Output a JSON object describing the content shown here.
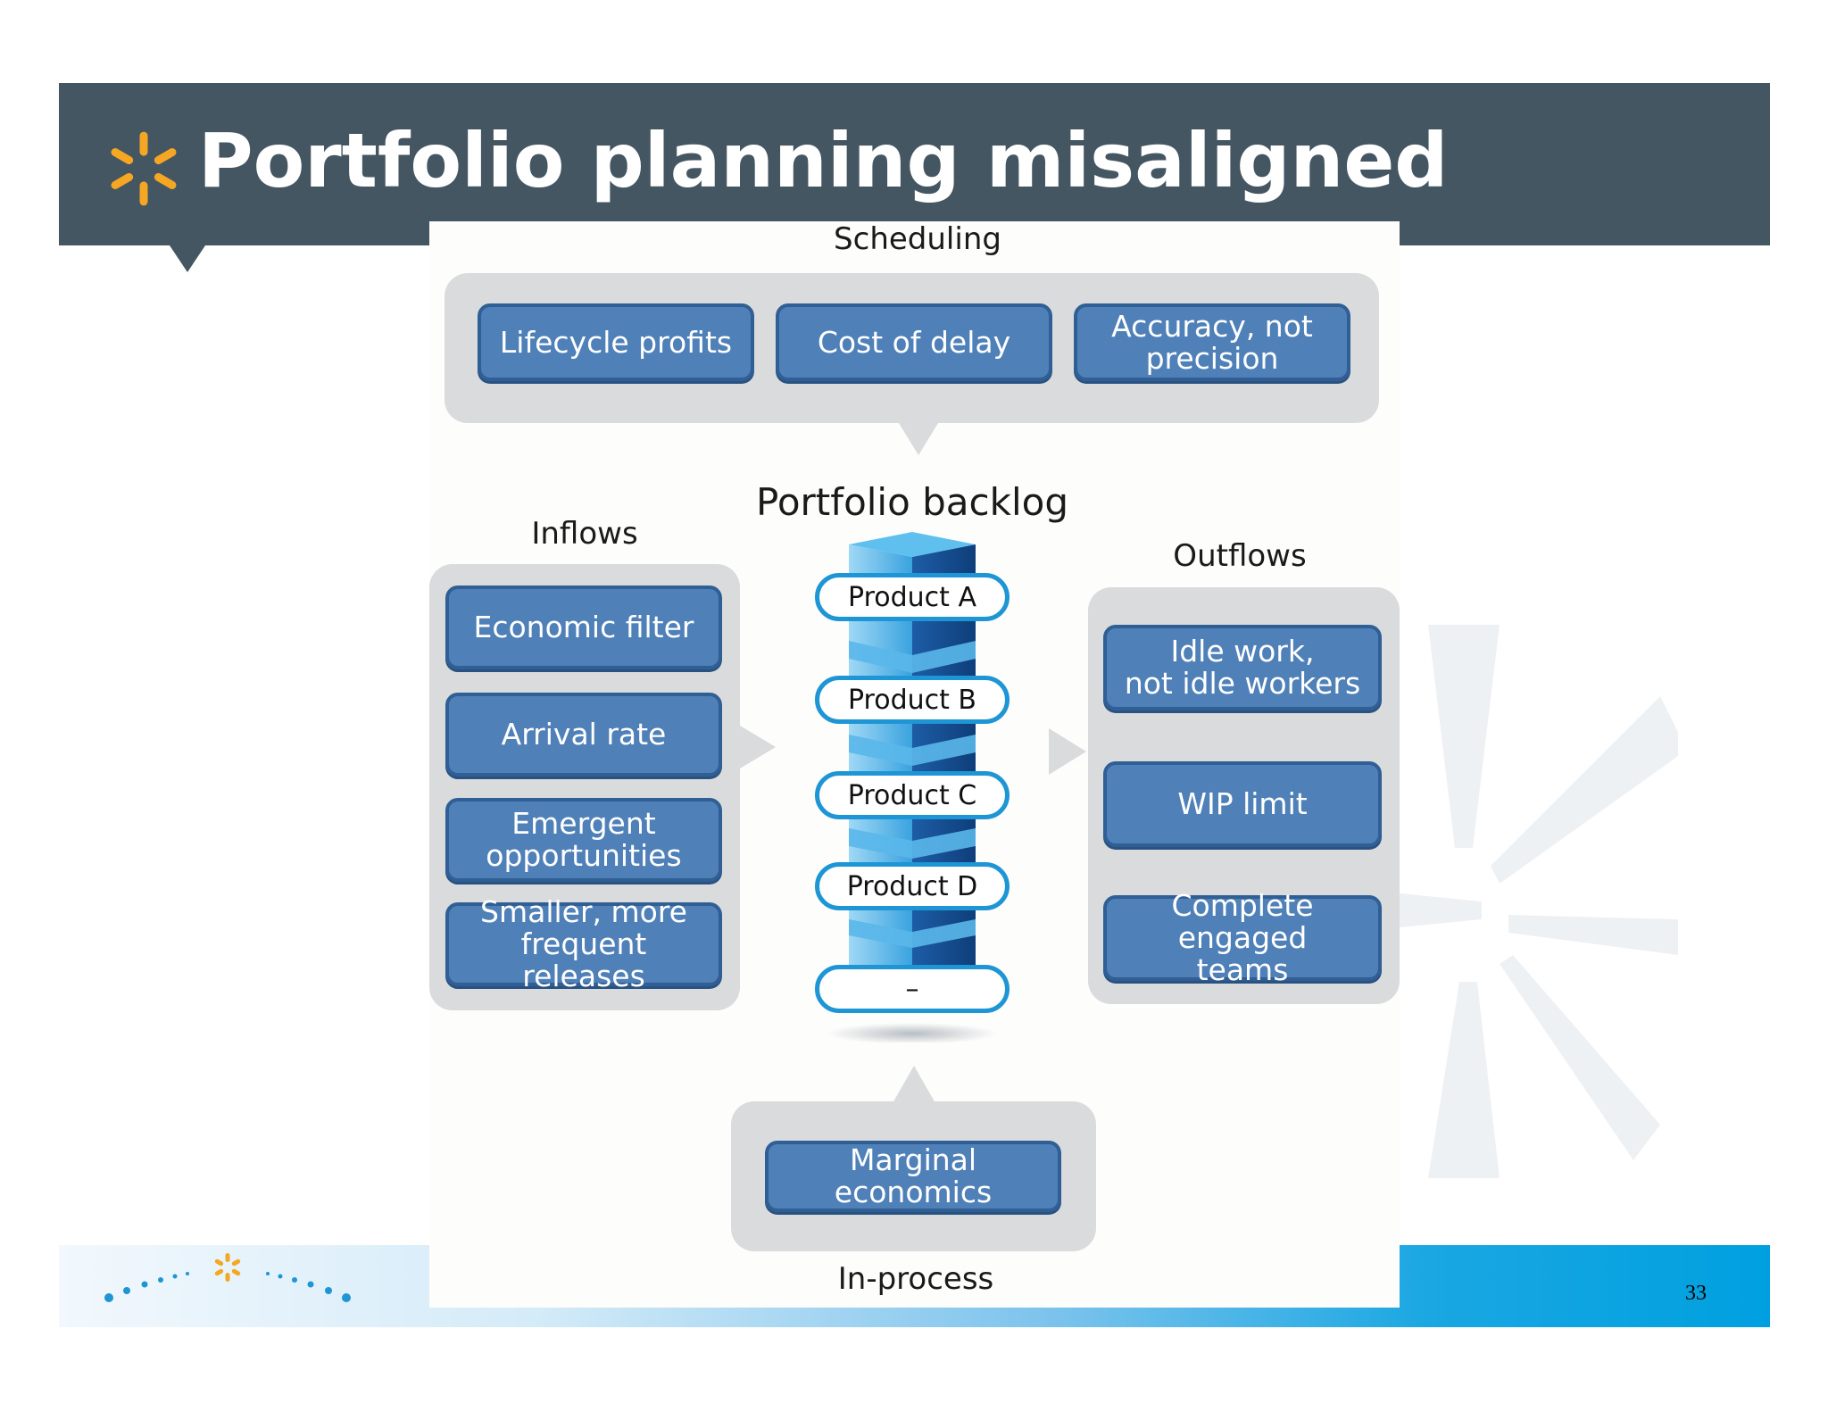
{
  "slide": {
    "title": "Portfolio planning misaligned",
    "page_number": "33",
    "colors": {
      "header": "#455663",
      "accent": "#f5a623",
      "pill_fill": "#4f80b8",
      "tag_border": "#1e95d4"
    }
  },
  "diagram": {
    "scheduling": {
      "label": "Scheduling",
      "items": [
        "Lifecycle profits",
        "Cost of delay",
        "Accuracy, not\nprecision"
      ]
    },
    "backlog": {
      "label": "Portfolio backlog",
      "products": [
        "Product A",
        "Product B",
        "Product C",
        "Product D",
        "–"
      ]
    },
    "inflows": {
      "label": "Inflows",
      "items": [
        "Economic filter",
        "Arrival rate",
        "Emergent\nopportunities",
        "Smaller, more\nfrequent releases"
      ]
    },
    "outflows": {
      "label": "Outflows",
      "items": [
        "Idle work,\nnot idle workers",
        "WIP limit",
        "Complete engaged\nteams"
      ]
    },
    "in_process": {
      "label": "In-process",
      "items": [
        "Marginal economics"
      ]
    }
  }
}
